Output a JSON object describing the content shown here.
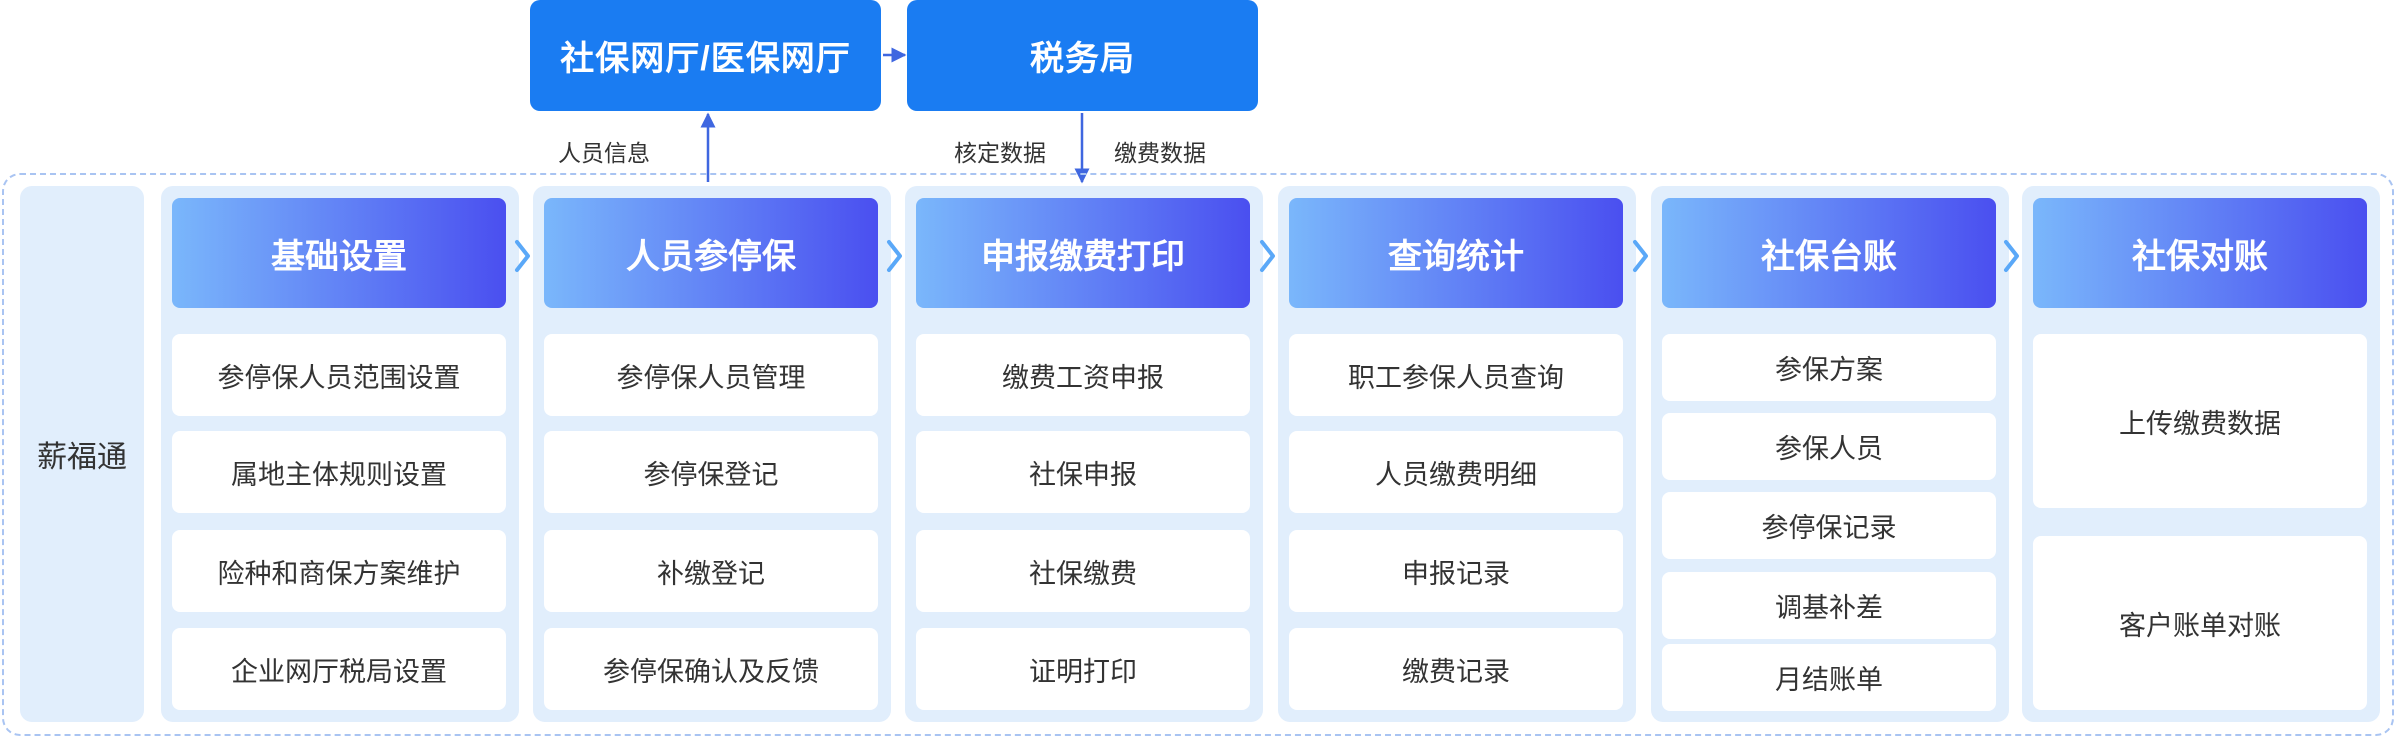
{
  "top": {
    "social_portal": "社保网厅/医保网厅",
    "tax_bureau": "税务局"
  },
  "flow_labels": {
    "person_info": "人员信息",
    "verified_data": "核定数据",
    "payment_data": "缴费数据"
  },
  "side_label": "薪福通",
  "columns": [
    {
      "title": "基础设置",
      "items": [
        "参停保人员范围设置",
        "属地主体规则设置",
        "险种和商保方案维护",
        "企业网厅税局设置"
      ]
    },
    {
      "title": "人员参停保",
      "items": [
        "参停保人员管理",
        "参停保登记",
        "补缴登记",
        "参停保确认及反馈"
      ]
    },
    {
      "title": "申报缴费打印",
      "items": [
        "缴费工资申报",
        "社保申报",
        "社保缴费",
        "证明打印"
      ]
    },
    {
      "title": "查询统计",
      "items": [
        "职工参保人员查询",
        "人员缴费明细",
        "申报记录",
        "缴费记录"
      ]
    },
    {
      "title": "社保台账",
      "items": [
        "参保方案",
        "参保人员",
        "参停保记录",
        "调基补差",
        "月结账单"
      ]
    },
    {
      "title": "社保对账",
      "items": [
        "上传缴费数据",
        "客户账单对账"
      ]
    }
  ],
  "colors": {
    "top_box": "#1a7cf2",
    "header_gradient_start": "#7ab7fb",
    "header_gradient_end": "#4a4ff0",
    "panel_bg": "#e1eefc",
    "arrow": "#3f67e0",
    "chevron": "#5aa8f8",
    "dashed_border": "#a9c4f2"
  },
  "icons": {
    "chevron": "chevron-right-icon",
    "arrow": "arrow-icon"
  }
}
